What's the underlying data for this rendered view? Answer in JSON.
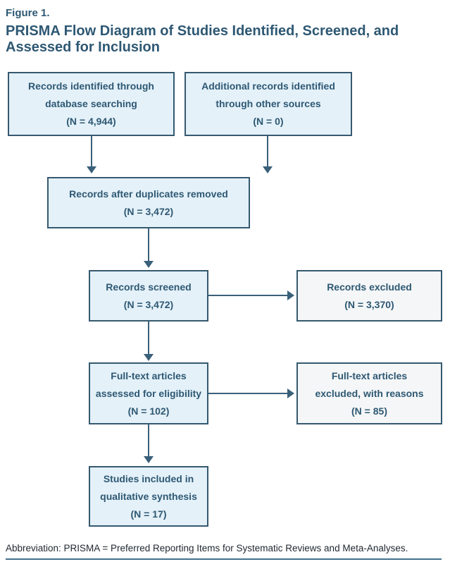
{
  "figure": {
    "label": "Figure 1.",
    "title": "PRISMA Flow Diagram of Studies Identified, Screened, and Assessed for Inclusion"
  },
  "diagram": {
    "type": "prisma-flow",
    "nodes": [
      {
        "id": "records-identified",
        "text": "Records identified through\ndatabase searching\n(N = 4,944)",
        "n": 4944,
        "style": "blue"
      },
      {
        "id": "additional-records",
        "text": "Additional records identified\nthrough other sources\n(N = 0)",
        "n": 0,
        "style": "blue"
      },
      {
        "id": "duplicates-removed",
        "text": "Records after duplicates removed\n(N = 3,472)",
        "n": 3472,
        "style": "blue"
      },
      {
        "id": "records-screened",
        "text": "Records screened\n(N = 3,472)",
        "n": 3472,
        "style": "blue"
      },
      {
        "id": "records-excluded",
        "text": "Records excluded\n(N = 3,370)",
        "n": 3370,
        "style": "gray"
      },
      {
        "id": "fulltext-assessed",
        "text": "Full-text articles\nassessed for eligibility\n(N = 102)",
        "n": 102,
        "style": "blue"
      },
      {
        "id": "fulltext-excluded",
        "text": "Full-text articles\nexcluded, with reasons\n(N = 85)",
        "n": 85,
        "style": "gray"
      },
      {
        "id": "studies-included",
        "text": "Studies included in\nqualitative synthesis\n(N = 17)",
        "n": 17,
        "style": "blue"
      }
    ],
    "edges": [
      {
        "from": "records-identified",
        "to": "duplicates-removed",
        "direction": "down"
      },
      {
        "from": "additional-records",
        "to": "duplicates-removed",
        "direction": "down"
      },
      {
        "from": "duplicates-removed",
        "to": "records-screened",
        "direction": "down"
      },
      {
        "from": "records-screened",
        "to": "records-excluded",
        "direction": "right"
      },
      {
        "from": "records-screened",
        "to": "fulltext-assessed",
        "direction": "down"
      },
      {
        "from": "fulltext-assessed",
        "to": "fulltext-excluded",
        "direction": "right"
      },
      {
        "from": "fulltext-assessed",
        "to": "studies-included",
        "direction": "down"
      }
    ]
  },
  "footer": {
    "abbreviation": "Abbreviation: PRISMA = Preferred Reporting Items for Systematic Reviews and Meta-Analyses."
  },
  "colors": {
    "accent_text": "#2E5873",
    "box_border": "#35596F",
    "box_fill_blue": "#E4F1F9",
    "box_fill_gray": "#F4F6F7",
    "arrow": "#3A607A",
    "footer_rule": "#44708E",
    "footer_text": "#1F272E"
  }
}
